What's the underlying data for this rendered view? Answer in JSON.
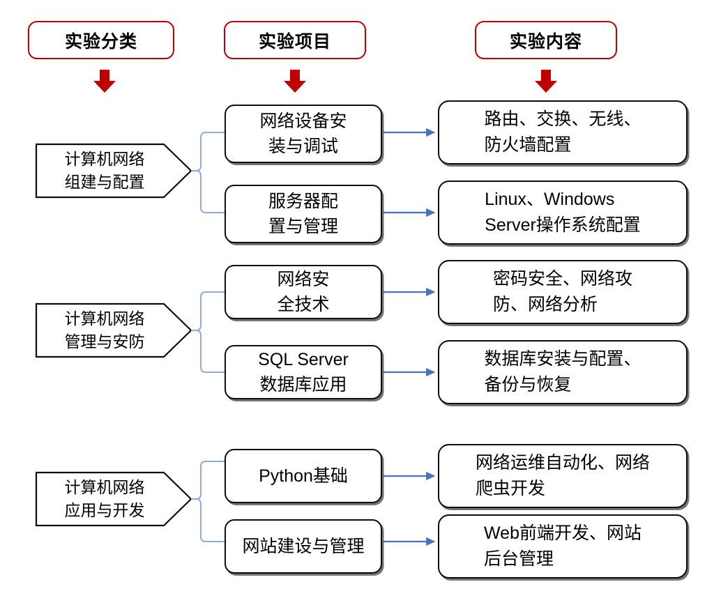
{
  "colors": {
    "header_border": "#C00000",
    "red_arrow": "#C00000",
    "box_border": "#0D0D0D",
    "brace": "#8FAADC",
    "blue_arrow": "#4472C4",
    "background": "#FFFFFF",
    "text": "#000000"
  },
  "headers": [
    {
      "label": "实验分类"
    },
    {
      "label": "实验项目"
    },
    {
      "label": "实验内容"
    }
  ],
  "rows": [
    {
      "category": "计算机网络\n组建与配置",
      "items": [
        {
          "project": "网络设备安\n装与调试",
          "content": "路由、交换、无线、\n防火墙配置"
        },
        {
          "project": "服务器配\n置与管理",
          "content": "Linux、Windows\nServer操作系统配置"
        }
      ]
    },
    {
      "category": "计算机网络\n管理与安防",
      "items": [
        {
          "project": "网络安\n全技术",
          "content": "密码安全、网络攻\n防、网络分析"
        },
        {
          "project": "SQL Server\n数据库应用",
          "content": "数据库安装与配置、\n备份与恢复"
        }
      ]
    },
    {
      "category": "计算机网络\n应用与开发",
      "items": [
        {
          "project": "Python基础",
          "content": "网络运维自动化、网络\n爬虫开发"
        },
        {
          "project": "网站建设与管理",
          "content": "Web前端开发、网站\n后台管理"
        }
      ]
    }
  ]
}
